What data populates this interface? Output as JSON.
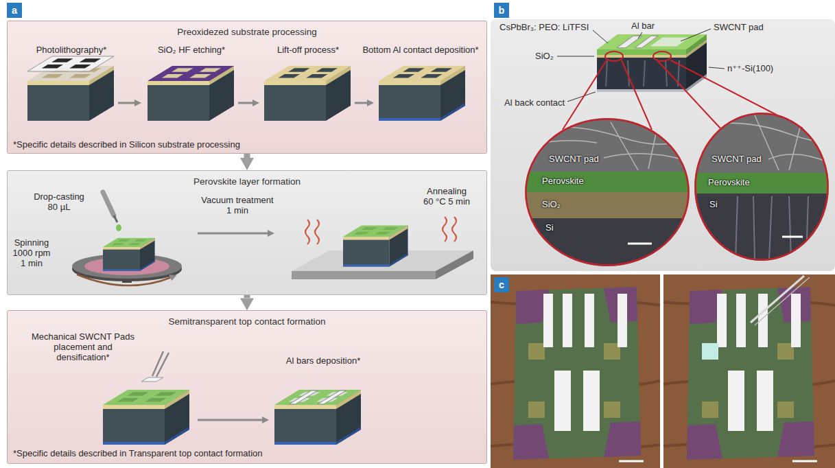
{
  "diagram": {
    "nodes": [
      {
        "text": [
          "a"
        ]
      },
      {
        "text": [
          "Preoxidezed substrate processing",
          "Photolithography*",
          "SiO₂ HF etching*",
          "Lift-off process*",
          "Bottom Al contact deposition*",
          "*Specific details described in Silicon substrate processing"
        ]
      },
      {
        "text": [
          "Perovskite layer formation",
          "Drop-casting 80 µL",
          "Spinning 1000 rpm 1 min",
          "Vacuum treatment 1 min",
          "Annealing 60 °C 5 min"
        ]
      },
      {
        "text": [
          "Semitransparent top contact formation",
          "Mechanical SWCNT Pads placement and densification*",
          "Al bars deposition*",
          "*Specific details described in Transparent top contact formation"
        ]
      },
      {
        "text": [
          "b"
        ]
      },
      {
        "text": [
          "CsPbBr₃: PEO: LiTFSI",
          "Al bar",
          "SWCNT pad",
          "SiO₂",
          "n⁺⁺-Si(100)",
          "Al back contact"
        ]
      },
      {
        "text": [
          "SWCNT pad",
          "Perovskite",
          "SiO₂",
          "Si"
        ],
        "in": 5
      },
      {
        "text": [
          "SWCNT pad",
          "Perovskite",
          "Si"
        ],
        "in": 5
      },
      {
        "text": [
          "c"
        ]
      }
    ],
    "edges": [
      {
        "from": 1,
        "to": 2,
        "arrow": "to"
      },
      {
        "from": 2,
        "to": 3,
        "arrow": "to"
      }
    ]
  }
}
